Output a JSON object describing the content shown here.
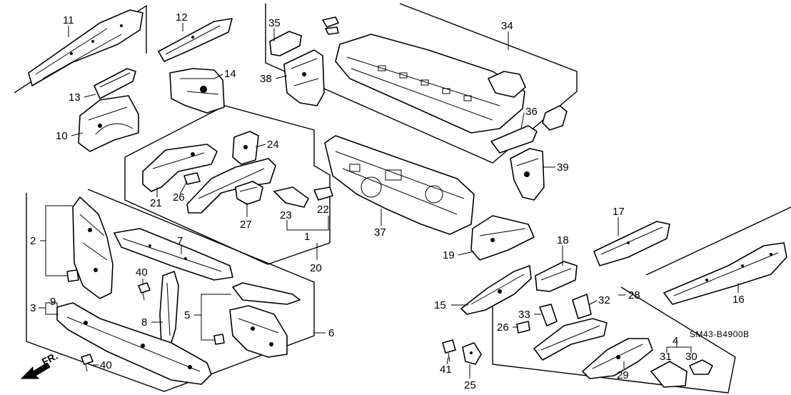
{
  "diagram": {
    "reference_code": "SM43-B4900B",
    "direction_label": "FR.",
    "callouts": {
      "c1": "1",
      "c2": "2",
      "c3": "3",
      "c4": "4",
      "c5": "5",
      "c6": "6",
      "c7": "7",
      "c8": "8",
      "c9": "9",
      "c10": "10",
      "c11": "11",
      "c12": "12",
      "c13": "13",
      "c14": "14",
      "c15": "15",
      "c16": "16",
      "c17": "17",
      "c18": "18",
      "c19": "19",
      "c20": "20",
      "c21": "21",
      "c22": "22",
      "c23": "23",
      "c24": "24",
      "c25": "25",
      "c26a": "26",
      "c26b": "26",
      "c27": "27",
      "c28": "28",
      "c29": "29",
      "c30": "30",
      "c31": "31",
      "c32": "32",
      "c33": "33",
      "c34": "34",
      "c35": "35",
      "c36": "36",
      "c37": "37",
      "c38": "38",
      "c39": "39",
      "c40a": "40",
      "c40b": "40",
      "c41": "41"
    }
  }
}
